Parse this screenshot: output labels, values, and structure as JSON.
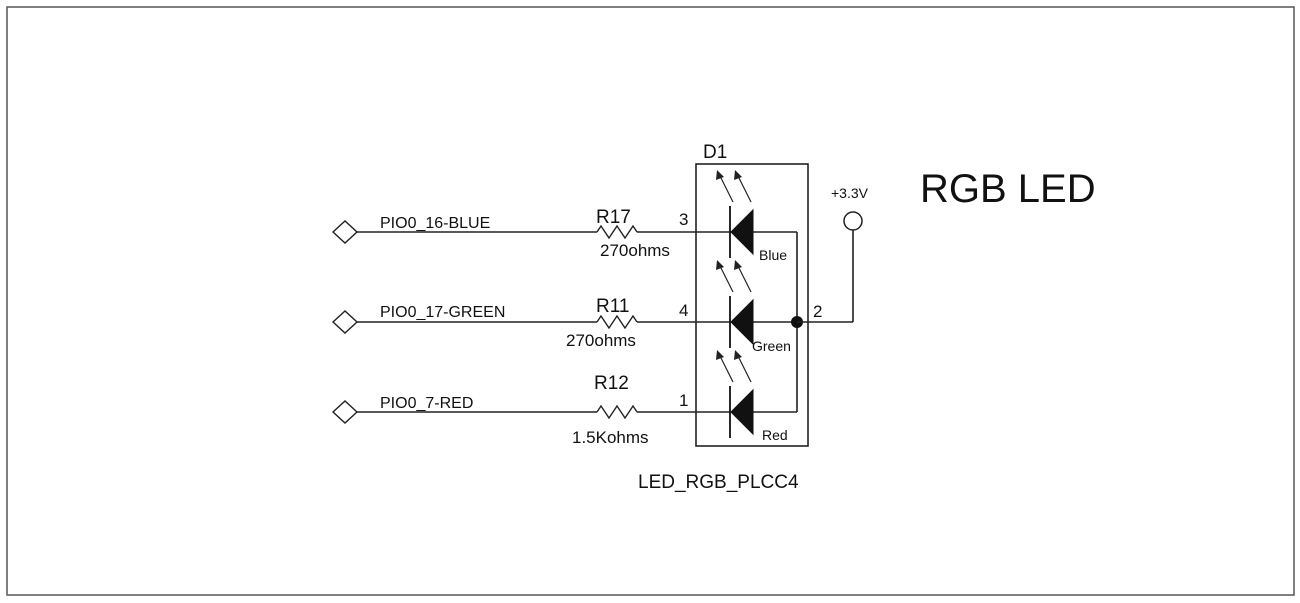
{
  "title": "RGB LED",
  "component": {
    "ref": "D1",
    "part": "LED_RGB_PLCC4",
    "supply_label": "+3.3V",
    "common_pin": "2"
  },
  "channels": [
    {
      "net": "PIO0_16-BLUE",
      "resistor": "R17",
      "value": "270ohms",
      "pin": "3",
      "led": "Blue"
    },
    {
      "net": "PIO0_17-GREEN",
      "resistor": "R11",
      "value": "270ohms",
      "pin": "4",
      "led": "Green"
    },
    {
      "net": "PIO0_7-RED",
      "resistor": "R12",
      "value": "1.5Kohms",
      "pin": "1",
      "led": "Red"
    }
  ]
}
